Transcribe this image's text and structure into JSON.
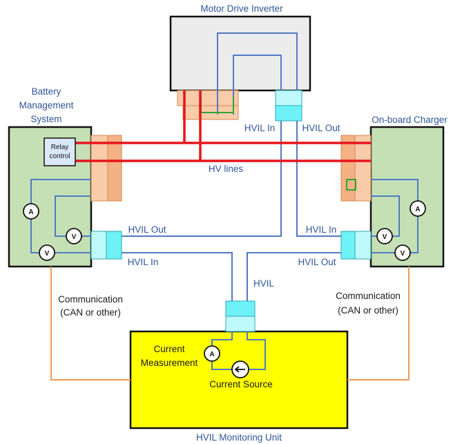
{
  "labels": {
    "inverter": "Motor Drive Inverter",
    "bms_1": "Battery",
    "bms_2": "Management",
    "bms_3": "System",
    "charger": "On-board Charger",
    "relay_1": "Relay",
    "relay_2": "control",
    "hv_lines": "HV lines",
    "inv_hvil_in": "HVIL In",
    "inv_hvil_out": "HVIL Out",
    "bms_hvil_out": "HVIL Out",
    "bms_hvil_in": "HVIL In",
    "chg_hvil_in": "HVIL In",
    "chg_hvil_out": "HVIL Out",
    "hvil": "HVIL",
    "comm_left_1": "Communication",
    "comm_left_2": "(CAN or other)",
    "comm_right_1": "Communication",
    "comm_right_2": "(CAN or other)",
    "current_meas_1": "Current",
    "current_meas_2": "Measurement",
    "current_source": "Current Source",
    "monitor_unit": "HVIL Monitoring Unit",
    "meter_a": "A",
    "meter_v": "V"
  },
  "colors": {
    "hv_line": "#e8141b",
    "hvil_wire": "#4f7ac4",
    "comm_wire": "#ed9a52",
    "inner_loop": "#2aa537",
    "module_green": "#c5e0b4",
    "inverter_gray": "#ececec",
    "monitor_yellow": "#ffff00",
    "hv_connector": "#f8cba9",
    "hvil_connector": "#6ef2f8",
    "label_blue": "#2e5597"
  }
}
